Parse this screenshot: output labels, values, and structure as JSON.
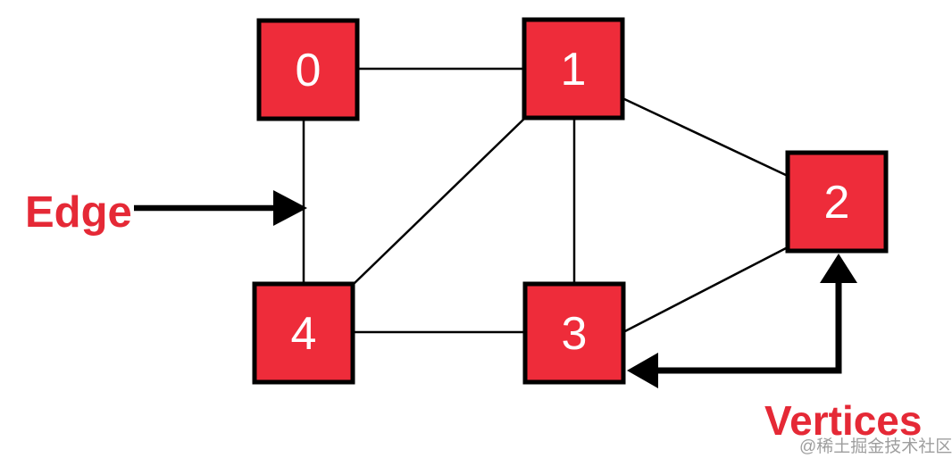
{
  "diagram": {
    "kind": "graph-diagram",
    "vertices": [
      {
        "id": "v0",
        "label": "0"
      },
      {
        "id": "v1",
        "label": "1"
      },
      {
        "id": "v2",
        "label": "2"
      },
      {
        "id": "v3",
        "label": "3"
      },
      {
        "id": "v4",
        "label": "4"
      }
    ],
    "edges": [
      [
        "0",
        "1"
      ],
      [
        "0",
        "4"
      ],
      [
        "1",
        "4"
      ],
      [
        "1",
        "3"
      ],
      [
        "1",
        "2"
      ],
      [
        "4",
        "3"
      ],
      [
        "3",
        "2"
      ]
    ],
    "annotations": {
      "edge": {
        "label": "Edge",
        "points_to": "edge-0-4"
      },
      "vertices": {
        "label": "Vertices",
        "points_to": [
          "vertex-3",
          "vertex-2"
        ]
      }
    },
    "watermark": "@稀土掘金技术社区",
    "colors": {
      "vertex_fill": "#ee2c3a",
      "vertex_border": "#000000",
      "vertex_text": "#ffffff",
      "label_red": "#e52936",
      "edge_line": "#000000",
      "arrow_black": "#000000",
      "watermark_gray": "#8e8e8e",
      "background": "#ffffff"
    }
  }
}
